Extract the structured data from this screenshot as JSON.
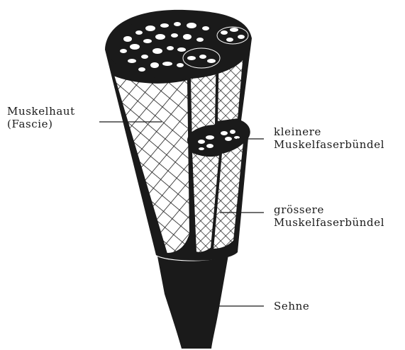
{
  "labels": {
    "fascia": {
      "line1": "Muskelhaut",
      "line2": "(Fascie)"
    },
    "small_bundles": {
      "line1": "kleinere",
      "line2": "Muskelfaserbündel"
    },
    "large_bundles": {
      "line1": "grössere",
      "line2": "Muskelfaserbündel"
    },
    "tendon": "Sehne"
  },
  "colors": {
    "ink": "#1a1a1a",
    "paper": "#ffffff"
  }
}
